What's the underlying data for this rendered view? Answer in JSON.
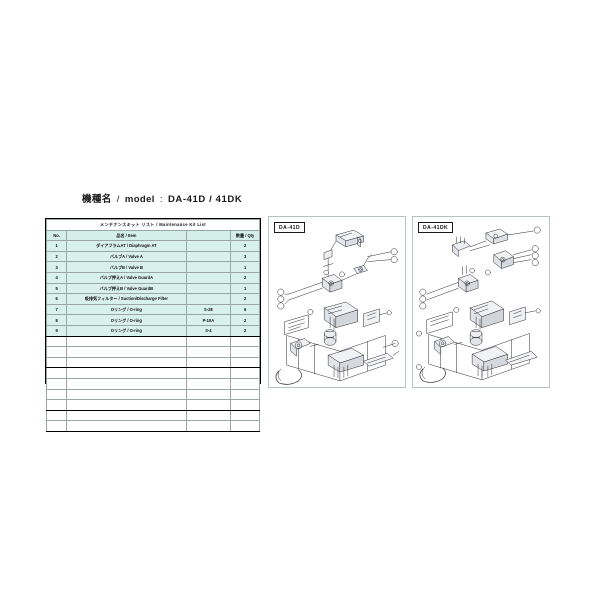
{
  "document": {
    "model_label_jp": "機種名",
    "model_label_sep": "/",
    "model_label_en": "model",
    "model_colon": ":",
    "model_value": "DA-41D / 41DK"
  },
  "table": {
    "title": "メンテナンスキット リスト  /  Maintenance Kit  List",
    "headers": {
      "no": "No.",
      "item": "品名 / Item",
      "spec": "",
      "qty": "数量 / Qty"
    },
    "rows": [
      {
        "no": "1",
        "item": "ダイアフラムAT / Diaphragm AT",
        "spec": "",
        "qty": "2"
      },
      {
        "no": "2",
        "item": "バルブA / Valve A",
        "spec": "",
        "qty": "3"
      },
      {
        "no": "3",
        "item": "バルブB / Valve B",
        "spec": "",
        "qty": "1"
      },
      {
        "no": "4",
        "item": "バルブ押えA / Valve GuardA",
        "spec": "",
        "qty": "2"
      },
      {
        "no": "5",
        "item": "バルブ押えB / Valve GuardB",
        "spec": "",
        "qty": "1"
      },
      {
        "no": "6",
        "item": "吸排気フィルター / Suction/Discharge Filter",
        "spec": "",
        "qty": "2"
      },
      {
        "no": "7",
        "item": "Oリング / O-ring",
        "spec": "S-28",
        "qty": "6"
      },
      {
        "no": "8",
        "item": "Oリング / O-ring",
        "spec": "P-10A",
        "qty": "2"
      },
      {
        "no": "9",
        "item": "Oリング / O-ring",
        "spec": "S-4",
        "qty": "2"
      }
    ],
    "empty_row_count": 9
  },
  "diagrams": [
    {
      "tag": "DA-41D",
      "name": "exploded-assembly-diagram-left"
    },
    {
      "tag": "DA-41DK",
      "name": "exploded-assembly-diagram-right"
    }
  ]
}
